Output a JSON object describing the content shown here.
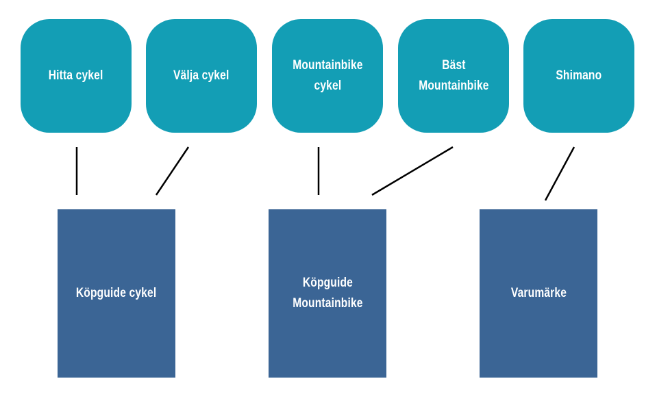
{
  "keywords": [
    {
      "label": "Hitta cykel"
    },
    {
      "label": "Välja cykel"
    },
    {
      "label": "Mountainbike\ncykel"
    },
    {
      "label": "Bäst\nMountainbike"
    },
    {
      "label": "Shimano"
    }
  ],
  "pages": [
    {
      "label": "Köpguide cykel"
    },
    {
      "label": "Köpguide\nMountainbike"
    },
    {
      "label": "Varumärke"
    }
  ],
  "connections": [
    {
      "from": 0,
      "to": 0
    },
    {
      "from": 1,
      "to": 0
    },
    {
      "from": 2,
      "to": 1
    },
    {
      "from": 3,
      "to": 1
    },
    {
      "from": 4,
      "to": 2
    }
  ],
  "colors": {
    "keyword_fill": "#139eb5",
    "page_fill": "#3b6595",
    "text": "#ffffff",
    "connector": "#000000"
  }
}
